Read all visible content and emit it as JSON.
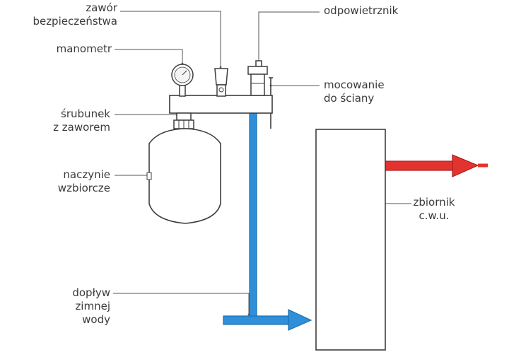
{
  "labels": {
    "safety_valve": [
      "zawór",
      "bezpieczeństwa"
    ],
    "pressure_gauge": "manometr",
    "union_valve": [
      "śrubunek",
      "z zaworem"
    ],
    "expansion_vessel": [
      "naczynie",
      "wzbiorcze"
    ],
    "cold_water_inlet": [
      "dopływ",
      "zimnej",
      "wody"
    ],
    "air_vent": "odpowietrznik",
    "wall_mount": [
      "mocowanie",
      "do ściany"
    ],
    "hot_water_tank": [
      "zbiornik",
      "c.w.u."
    ]
  },
  "colors": {
    "line": "#3d3d3d",
    "cold_pipe": "#2f8fd8",
    "cold_pipe_edge": "#1e6fb0",
    "hot_pipe": "#e2332f",
    "hot_pipe_edge": "#a8201d",
    "leader": "#555555"
  }
}
